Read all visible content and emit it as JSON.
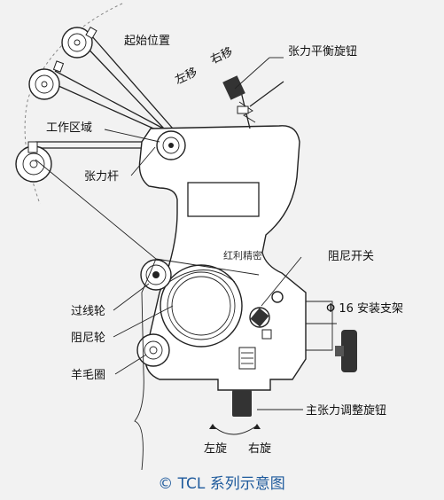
{
  "labels": {
    "start_position": "起始位置",
    "move_left": "左移",
    "move_right": "右移",
    "tension_balance_knob": "张力平衡旋钮",
    "working_area": "工作区域",
    "tension_rod": "张力杆",
    "watermark": "红利精密",
    "damper_switch": "阻尼开关",
    "mount_bracket": "Φ 16 安装支架",
    "pass_wheel": "过线轮",
    "damper_wheel": "阻尼轮",
    "felt_ring": "羊毛圈",
    "main_tension_knob": "主张力调整旋钮",
    "rotate_left": "左旋",
    "rotate_right": "右旋"
  },
  "caption": "© TCL 系列示意图",
  "colors": {
    "caption": "#1e5a9c",
    "line": "#222222",
    "background": "#f2f2f2"
  }
}
